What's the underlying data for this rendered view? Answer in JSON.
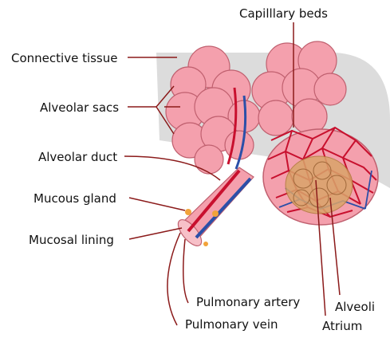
{
  "colors": {
    "background": "#ffffff",
    "tissue": "#dcdcdc",
    "sac_fill": "#f4a0ad",
    "sac_stroke": "#c0606f",
    "capillary_red": "#c8102e",
    "vein_blue": "#2b4fa8",
    "atrium_fill": "#d9a46a",
    "leader_line": "#8b1a1a",
    "mucous_gland": "#f2a33a"
  },
  "labels": {
    "capillary_beds": "Capilllary beds",
    "connective_tissue": "Connective tissue",
    "alveolar_sacs": "Alveolar sacs",
    "alveolar_duct": "Alveolar duct",
    "mucous_gland": "Mucous gland",
    "mucosal_lining": "Mucosal lining",
    "pulmonary_artery": "Pulmonary artery",
    "pulmonary_vein": "Pulmonary vein",
    "alveoli": "Alveoli",
    "atrium": "Atrium"
  }
}
